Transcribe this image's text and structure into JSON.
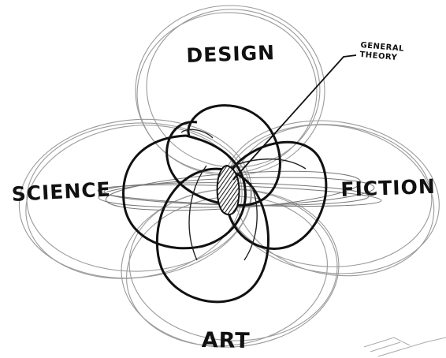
{
  "diagram": {
    "labels": {
      "design": "DESIGN",
      "science": "SCIENCE",
      "fiction": "FICTION",
      "art": "ART",
      "general_line1": "GENERAL",
      "general_line2": "THEORY"
    },
    "colors": {
      "ink": "#111111",
      "light_ink": "#9a9a9a",
      "hatch": "#333333",
      "paper": "#ffffff"
    }
  }
}
